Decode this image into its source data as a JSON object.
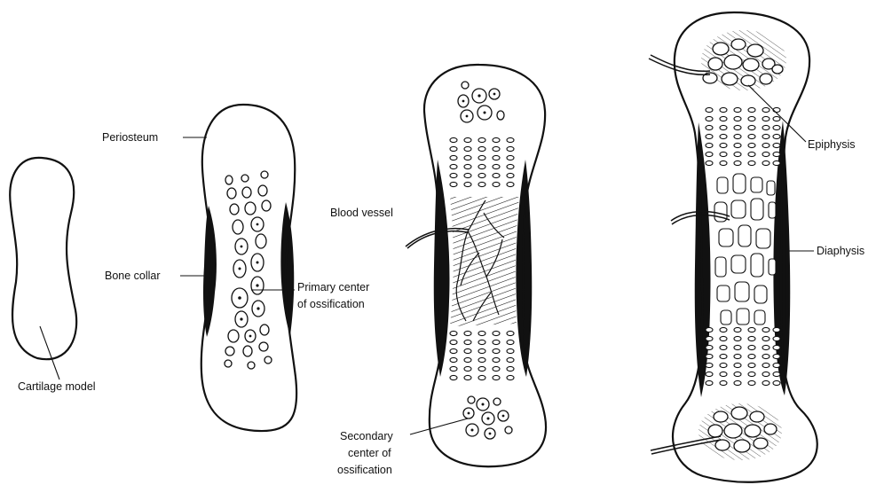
{
  "labels": {
    "cartilage_model": "Cartilage model",
    "periosteum": "Periosteum",
    "bone_collar": "Bone collar",
    "primary_center_line1": "Primary center",
    "primary_center_line2": "of ossification",
    "blood_vessel": "Blood vessel",
    "secondary_center_line1": "Secondary",
    "secondary_center_line2": "center of",
    "secondary_center_line3": "ossification",
    "epiphysis": "Epiphysis",
    "diaphysis": "Diaphysis"
  }
}
